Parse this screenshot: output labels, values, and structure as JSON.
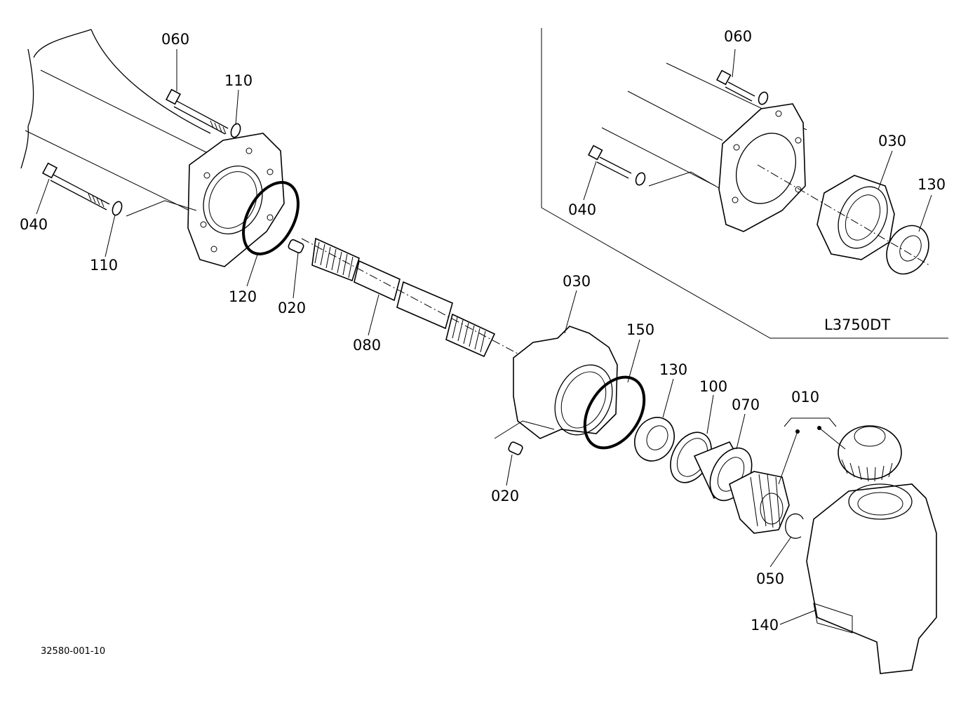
{
  "diagram": {
    "variant_label": "L3750DT",
    "reference_code": "32580-001-10",
    "callouts": [
      {
        "id": "c060a",
        "text": "060"
      },
      {
        "id": "c110a",
        "text": "110"
      },
      {
        "id": "c040a",
        "text": "040"
      },
      {
        "id": "c110b",
        "text": "110"
      },
      {
        "id": "c120",
        "text": "120"
      },
      {
        "id": "c020a",
        "text": "020"
      },
      {
        "id": "c080",
        "text": "080"
      },
      {
        "id": "c030a",
        "text": "030"
      },
      {
        "id": "c150",
        "text": "150"
      },
      {
        "id": "c020b",
        "text": "020"
      },
      {
        "id": "c130a",
        "text": "130"
      },
      {
        "id": "c100",
        "text": "100"
      },
      {
        "id": "c070",
        "text": "070"
      },
      {
        "id": "c010",
        "text": "010"
      },
      {
        "id": "c050",
        "text": "050"
      },
      {
        "id": "c140",
        "text": "140"
      },
      {
        "id": "c060b",
        "text": "060"
      },
      {
        "id": "c030b",
        "text": "030"
      },
      {
        "id": "c130b",
        "text": "130"
      },
      {
        "id": "c040b",
        "text": "040"
      }
    ]
  }
}
